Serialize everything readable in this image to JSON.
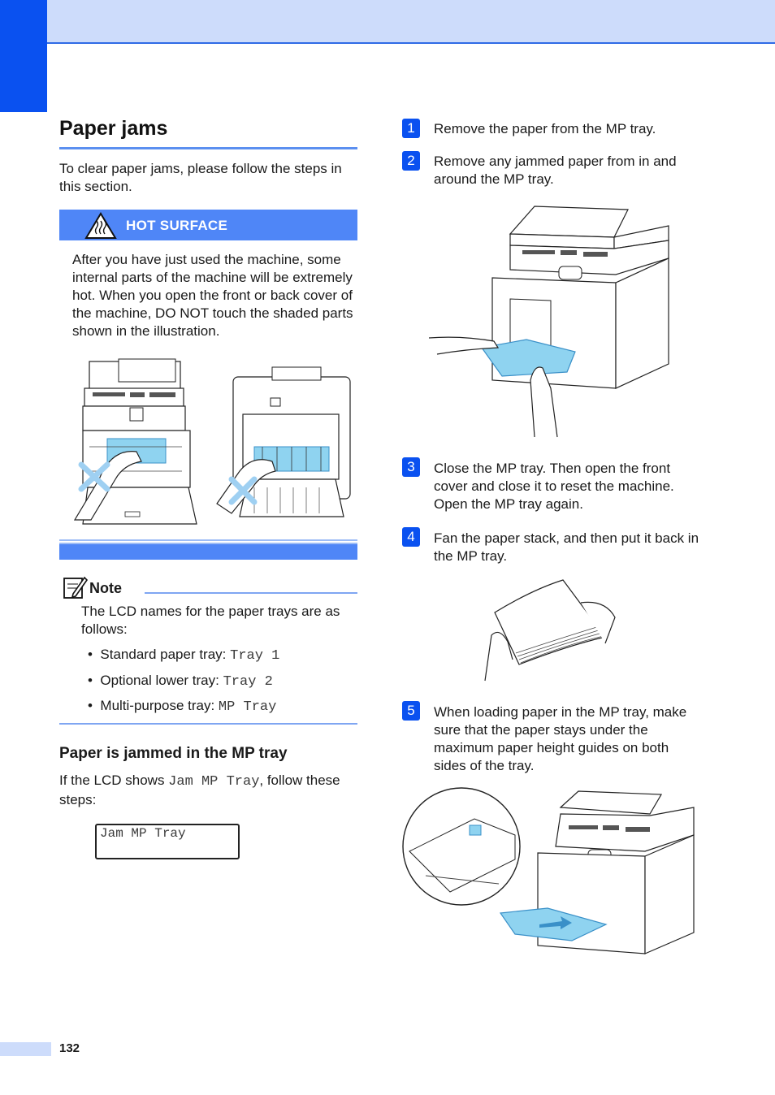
{
  "section": {
    "title": "Paper jams",
    "intro": "To clear paper jams, please follow the steps in this section."
  },
  "warning": {
    "label": "HOT SURFACE",
    "icon": "hot-surface-warning-icon",
    "text": "After you have just used the machine, some internal parts of the machine will be extremely hot. When you open the front or back cover of the machine, DO NOT touch the shaded parts shown in the illustration."
  },
  "note": {
    "label": "Note",
    "icon": "note-pencil-icon",
    "text": "The LCD names for the paper trays are as follows:",
    "items": [
      {
        "prefix": "Standard paper tray: ",
        "code": "Tray 1"
      },
      {
        "prefix": "Optional lower tray: ",
        "code": "Tray 2"
      },
      {
        "prefix": "Multi-purpose tray: ",
        "code": "MP Tray"
      }
    ]
  },
  "subsection": {
    "title": "Paper is jammed in the MP tray",
    "text_before": "If the LCD shows ",
    "code": "Jam MP Tray",
    "text_after": ", follow these steps:",
    "lcd_display": "Jam MP Tray"
  },
  "steps": [
    {
      "num": "1",
      "text": "Remove the paper from the MP tray."
    },
    {
      "num": "2",
      "text": "Remove any jammed paper from in and around the MP tray."
    },
    {
      "num": "3",
      "text": "Close the MP tray. Then open the front cover and close it to reset the machine. Open the MP tray again."
    },
    {
      "num": "4",
      "text": "Fan the paper stack, and then put it back in the MP tray."
    },
    {
      "num": "5",
      "text": "When loading paper in the MP tray, make sure that the paper stays under the maximum paper height guides on both sides of the tray."
    }
  ],
  "footer": {
    "page_number": "132"
  },
  "colors": {
    "accent": "#0a51f0",
    "band": "#cddcfb",
    "warning_bar": "#4f86f7",
    "hot_shade": "#8fd3f0"
  }
}
